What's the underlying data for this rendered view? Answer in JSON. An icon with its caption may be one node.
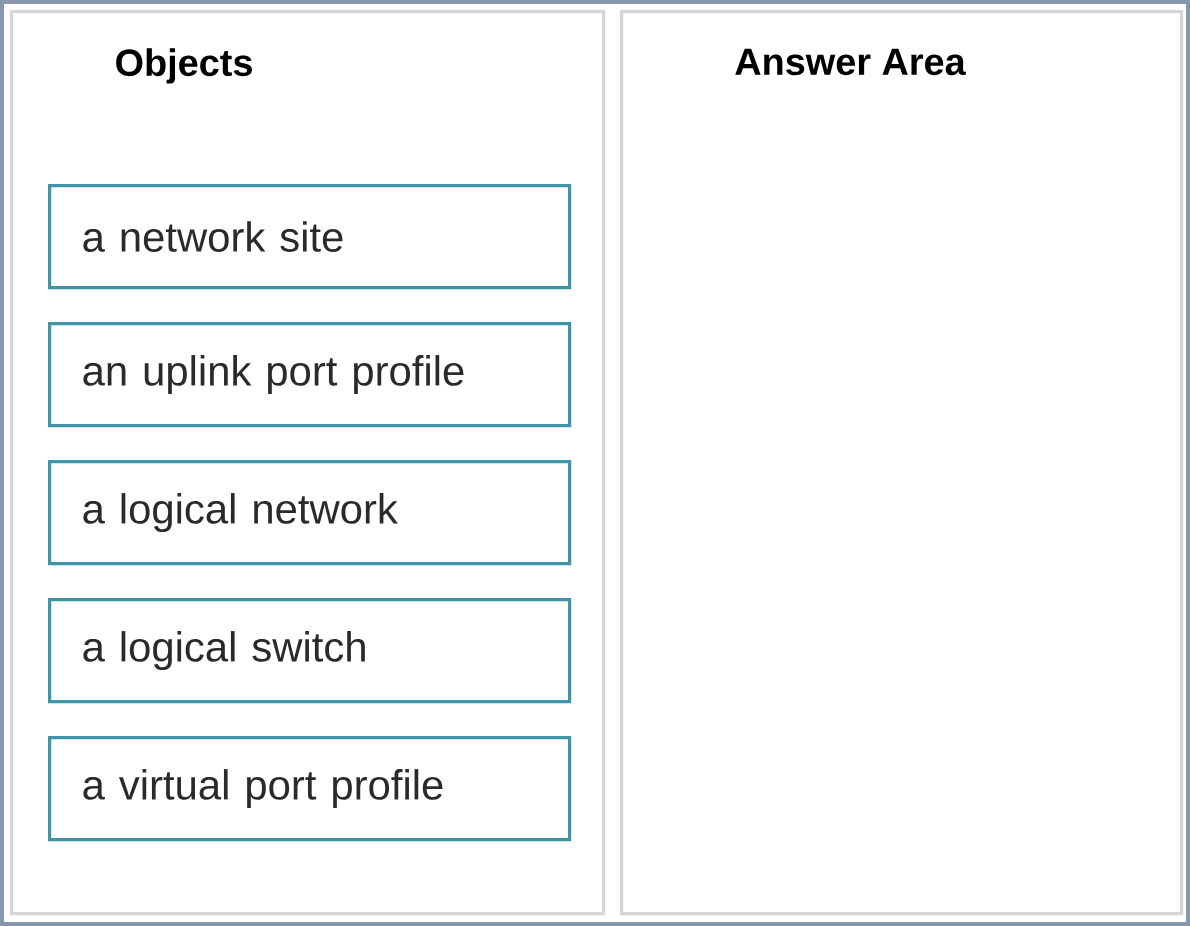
{
  "diagram": {
    "nodes": [
      {
        "text": [
          "Objects"
        ]
      },
      {
        "text": [
          "a network site"
        ],
        "in": 0
      },
      {
        "text": [
          "an uplink port profile"
        ],
        "in": 0
      },
      {
        "text": [
          "a logical network"
        ],
        "in": 0
      },
      {
        "text": [
          "a logical switch"
        ],
        "in": 0
      },
      {
        "text": [
          "a virtual port profile"
        ],
        "in": 0
      },
      {
        "text": [
          "Answer Area"
        ]
      }
    ]
  }
}
